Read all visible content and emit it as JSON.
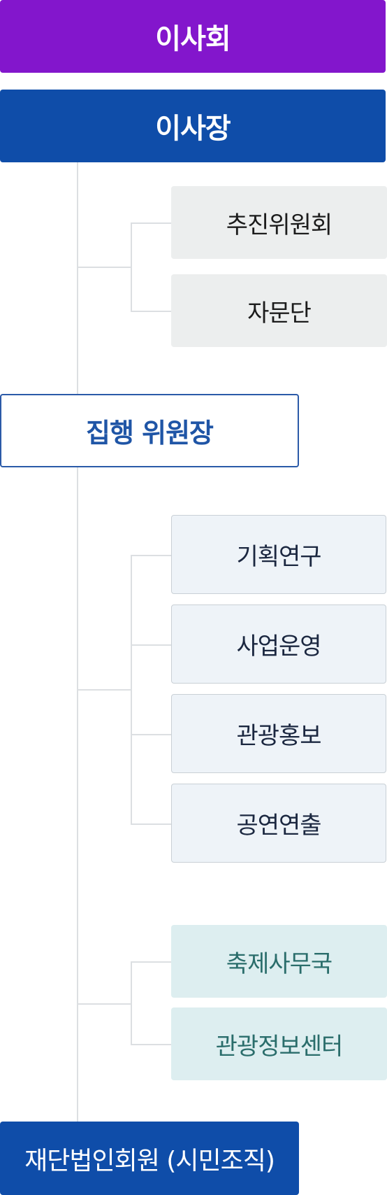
{
  "org": {
    "board": "이사회",
    "chairman": "이사장",
    "advisory": [
      "추진위원회",
      "자문단"
    ],
    "executive": "집행 위원장",
    "departments": [
      "기획연구",
      "사업운영",
      "관광홍보",
      "공연연출"
    ],
    "offices": [
      "축제사무국",
      "관광정보센터"
    ],
    "members": "재단법인회원 (시민조직)"
  },
  "colors": {
    "board": "#8316cc",
    "chairman": "#0f4da9",
    "executive_border": "#2b5aa8",
    "advisory_bg": "#eceeee",
    "department_bg": "#eef3f8",
    "office_bg": "#ddeef0",
    "office_text": "#2a6d6b",
    "connector": "#dcdfe2"
  }
}
